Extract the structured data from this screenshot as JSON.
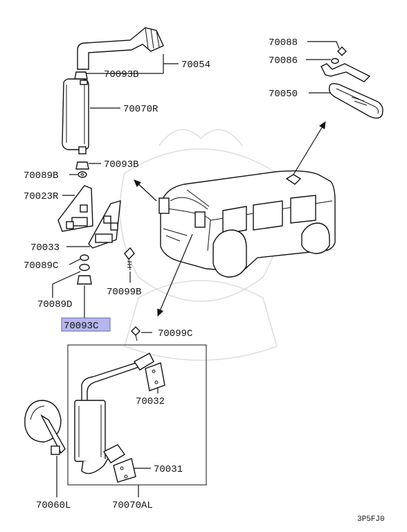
{
  "diagram_code": "3P5FJ0",
  "highlight_color": "#b6b6ee",
  "labels": {
    "p70054": "70054",
    "p70093B_top": "70093B",
    "p70070R": "70070R",
    "p70093B_mid": "70093B",
    "p70089B": "70089B",
    "p70023R": "70023R",
    "p70033": "70033",
    "p70089C": "70089C",
    "p70089D": "70089D",
    "p70093C": "70093C",
    "p70099B": "70099B",
    "p70099C": "70099C",
    "p70032": "70032",
    "p70031": "70031",
    "p70060L": "70060L",
    "p70070AL": "70070AL",
    "p70088": "70088",
    "p70086": "70086",
    "p70050": "70050"
  }
}
